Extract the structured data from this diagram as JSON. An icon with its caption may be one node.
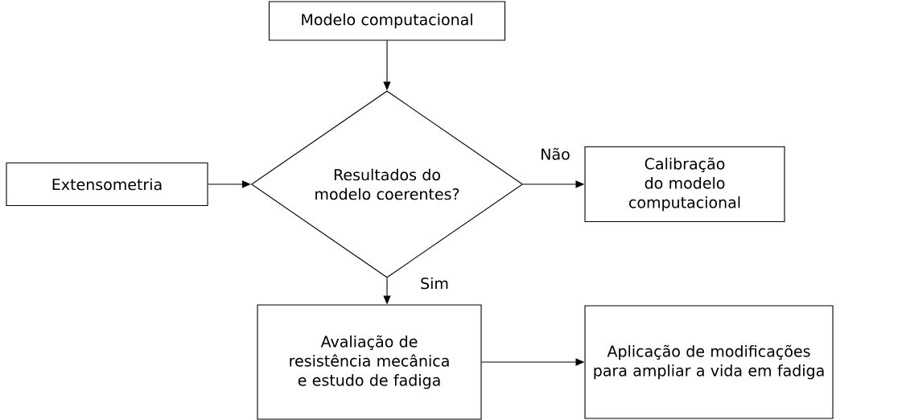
{
  "diagram": {
    "nodes": [
      {
        "text": [
          "Modelo computacional"
        ]
      },
      {
        "text": [
          "Extensometria"
        ]
      },
      {
        "text": [
          "Resultados do modelo coerentes?"
        ]
      },
      {
        "text": [
          "Calibração do modelo computacional"
        ]
      },
      {
        "text": [
          "Avaliação de resistência mecânica e estudo de fadiga"
        ]
      },
      {
        "text": [
          "Aplicação de modificações para ampliar a vida em fadiga"
        ]
      }
    ],
    "edges": [
      {
        "from": 0,
        "to": 2,
        "arrow": "to"
      },
      {
        "from": 1,
        "to": 2,
        "arrow": "to"
      },
      {
        "from": 2,
        "to": 3,
        "arrow": "to",
        "label": "Não"
      },
      {
        "from": 2,
        "to": 4,
        "arrow": "to",
        "label": "Sim"
      },
      {
        "from": 4,
        "to": 5,
        "arrow": "to"
      }
    ]
  }
}
